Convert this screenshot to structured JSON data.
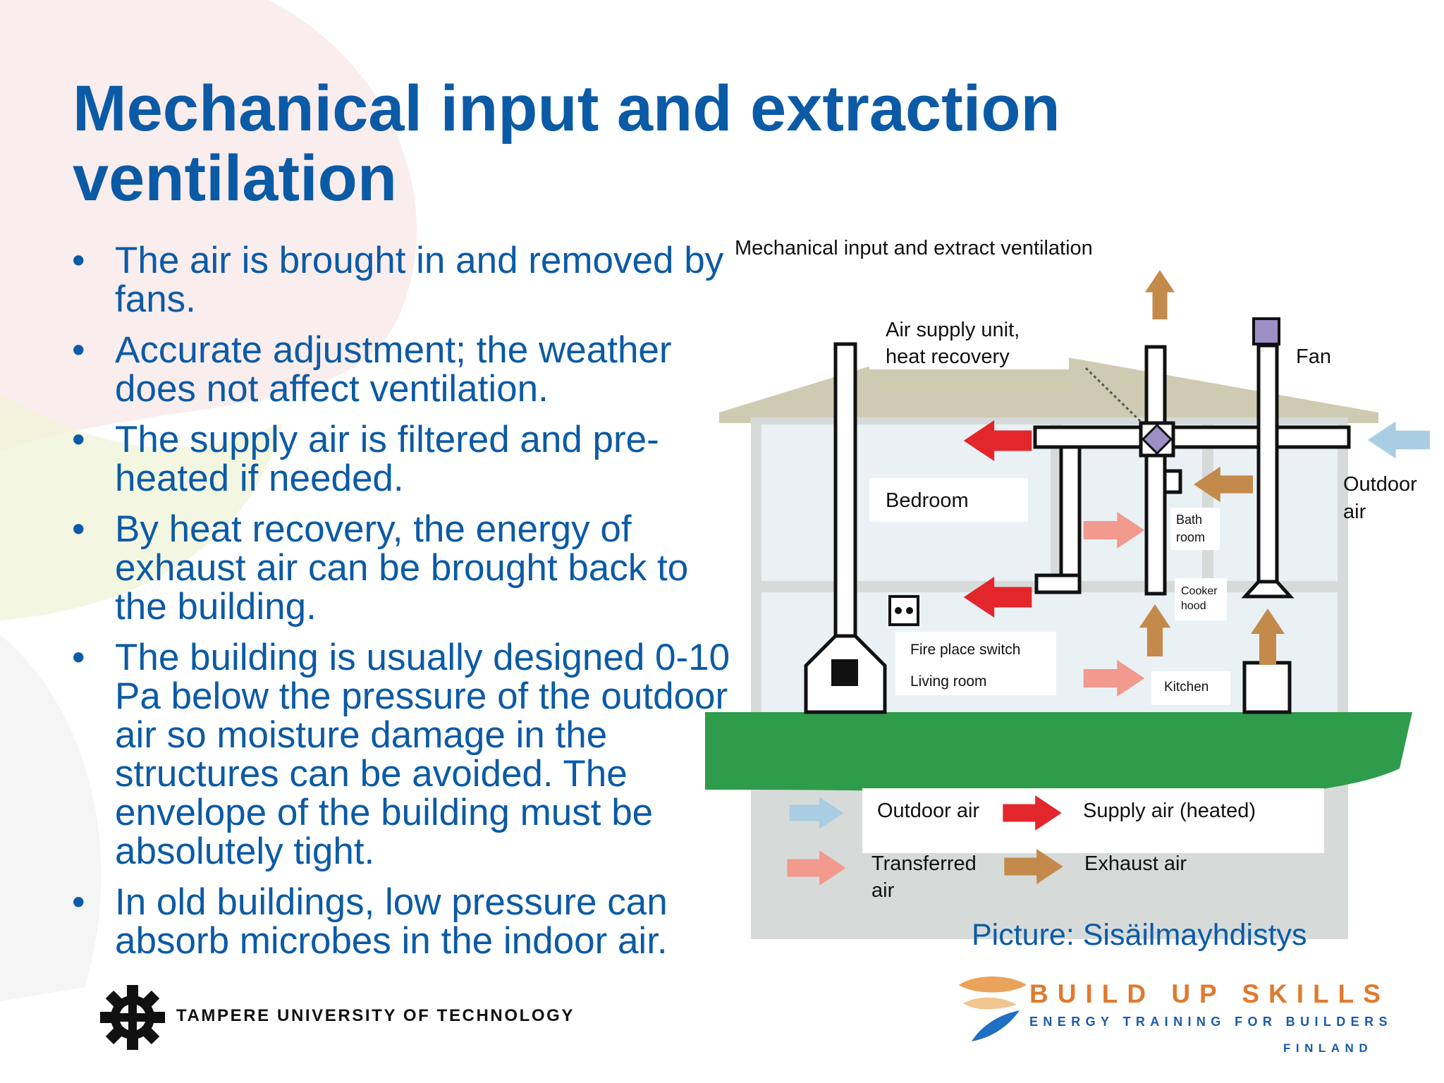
{
  "slide": {
    "title": "Mechanical input and extraction ventilation",
    "bullet_symbol": "•",
    "bullets": [
      "The air is brought in and removed by fans.",
      "Accurate adjustment; the weather does not affect ventilation.",
      "The supply air is filtered and pre-heated if needed.",
      "By heat recovery, the energy of exhaust air can be brought back to the building.",
      "The building is usually designed 0-10 Pa below the pressure of the outdoor air so moisture damage in the structures can be avoided. The envelope of the building must be absolutely tight.",
      "In old buildings, low pressure can absorb microbes in the indoor air."
    ],
    "credit": "Picture: Sisäilmayhdistys"
  },
  "diagram": {
    "title": "Mechanical input and extract ventilation",
    "labels": {
      "air_supply_unit_line1": "Air supply unit,",
      "air_supply_unit_line2": "heat recovery",
      "fan": "Fan",
      "outdoor_air_line1": "Outdoor",
      "outdoor_air_line2": "air",
      "bedroom": "Bedroom",
      "bath_room_line1": "Bath",
      "bath_room_line2": "room",
      "cooker_hood_line1": "Cooker",
      "cooker_hood_line2": "hood",
      "fire_place_switch": "Fire place switch",
      "living_room": "Living room",
      "kitchen": "Kitchen"
    },
    "legend": {
      "outdoor_air": "Outdoor air",
      "supply_air": "Supply air (heated)",
      "transferred_air_line1": "Transferred",
      "transferred_air_line2": "air",
      "exhaust_air": "Exhaust air"
    },
    "colors": {
      "outdoor_air": "#a9cde3",
      "supply_air": "#e3262b",
      "transferred_air": "#f19a8d",
      "exhaust_air": "#c38a4c",
      "ground": "#2e9c4a",
      "roof": "#cfcab2",
      "wall": "#e0e3e2"
    }
  },
  "logos": {
    "tut": "TAMPERE UNIVERSITY OF TECHNOLOGY",
    "bus_name": "BUILD UP SKILLS",
    "bus_tag": "ENERGY TRAINING FOR BUILDERS",
    "bus_country": "FINLAND",
    "tut_colors": {
      "mark": "#111111"
    },
    "bus_colors": {
      "orange": "#e9a35a",
      "blue": "#1f6fc2"
    }
  }
}
